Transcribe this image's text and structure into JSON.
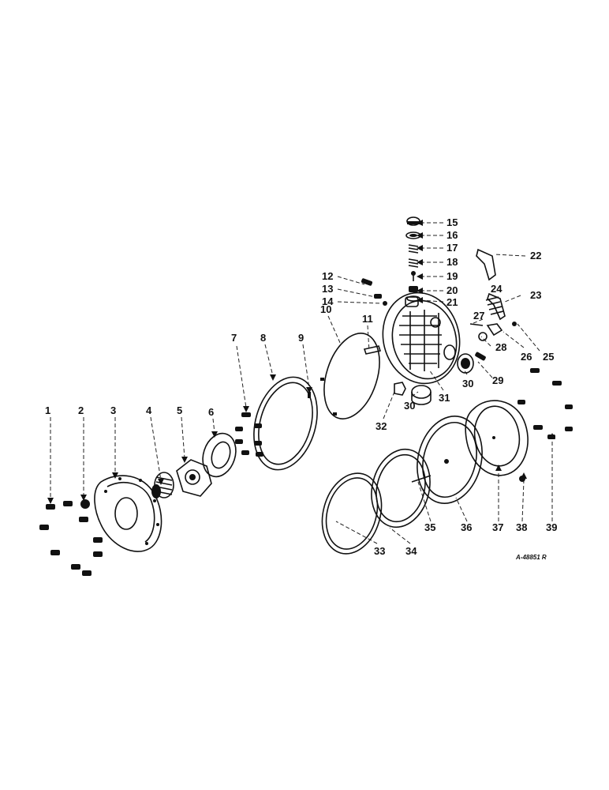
{
  "drawing_ref": "A-48851 R",
  "callouts": [
    {
      "id": "c1",
      "label": "1"
    },
    {
      "id": "c2",
      "label": "2"
    },
    {
      "id": "c3",
      "label": "3"
    },
    {
      "id": "c4",
      "label": "4"
    },
    {
      "id": "c5",
      "label": "5"
    },
    {
      "id": "c6",
      "label": "6"
    },
    {
      "id": "c7",
      "label": "7"
    },
    {
      "id": "c8",
      "label": "8"
    },
    {
      "id": "c9",
      "label": "9"
    },
    {
      "id": "c10",
      "label": "10"
    },
    {
      "id": "c11",
      "label": "11"
    },
    {
      "id": "c12",
      "label": "12"
    },
    {
      "id": "c13",
      "label": "13"
    },
    {
      "id": "c14",
      "label": "14"
    },
    {
      "id": "c15",
      "label": "15"
    },
    {
      "id": "c16",
      "label": "16"
    },
    {
      "id": "c17",
      "label": "17"
    },
    {
      "id": "c18",
      "label": "18"
    },
    {
      "id": "c19",
      "label": "19"
    },
    {
      "id": "c20",
      "label": "20"
    },
    {
      "id": "c21",
      "label": "21"
    },
    {
      "id": "c22",
      "label": "22"
    },
    {
      "id": "c23",
      "label": "23"
    },
    {
      "id": "c24",
      "label": "24"
    },
    {
      "id": "c25",
      "label": "25"
    },
    {
      "id": "c26",
      "label": "26"
    },
    {
      "id": "c27",
      "label": "27"
    },
    {
      "id": "c28",
      "label": "28"
    },
    {
      "id": "c29",
      "label": "29"
    },
    {
      "id": "c30a",
      "label": "30"
    },
    {
      "id": "c30b",
      "label": "30"
    },
    {
      "id": "c31",
      "label": "31"
    },
    {
      "id": "c32",
      "label": "32"
    },
    {
      "id": "c33",
      "label": "33"
    },
    {
      "id": "c34",
      "label": "34"
    },
    {
      "id": "c35",
      "label": "35"
    },
    {
      "id": "c36",
      "label": "36"
    },
    {
      "id": "c37",
      "label": "37"
    },
    {
      "id": "c38",
      "label": "38"
    },
    {
      "id": "c39",
      "label": "39"
    }
  ]
}
